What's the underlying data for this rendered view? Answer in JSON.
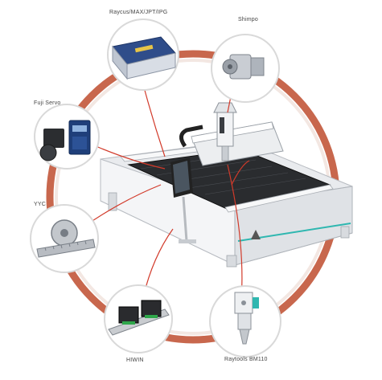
{
  "components": [
    {
      "key": "laser",
      "label": "Raycus/MAX/JPT/IPG"
    },
    {
      "key": "motor",
      "label": "Shimpo"
    },
    {
      "key": "servo",
      "label": "Fuji Servo"
    },
    {
      "key": "rack",
      "label": "YYC"
    },
    {
      "key": "rail",
      "label": "HIWIN"
    },
    {
      "key": "head",
      "label": "Raytools BM110"
    }
  ],
  "colors": {
    "ring": "#c8674d",
    "leader": "#d23a2a",
    "machine_body": "#e9ebee",
    "bed": "#2a2c2f",
    "accent": "#2fb7b0",
    "laser_cabinet": "#2f4d8a"
  }
}
